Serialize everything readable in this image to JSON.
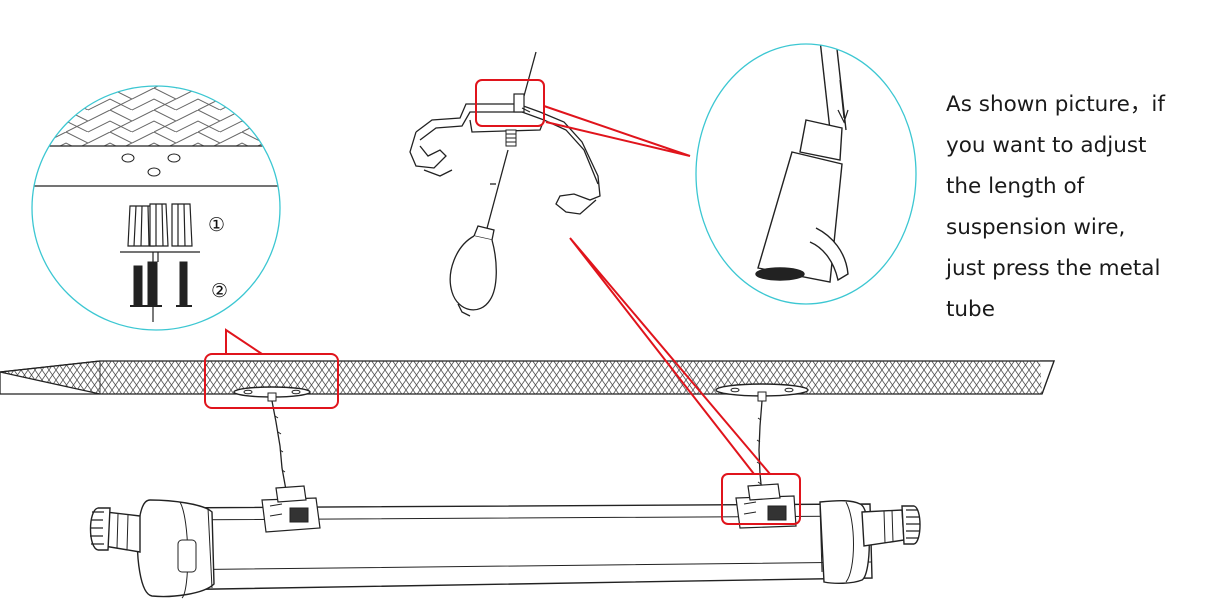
{
  "caption": {
    "lines": [
      "As shown picture，if",
      "you want to adjust",
      "the length of",
      "suspension wire,",
      "just press the metal",
      "tube"
    ]
  },
  "callouts": {
    "step1_symbol": "①",
    "step2_symbol": "②"
  },
  "colors": {
    "highlight": "#e0141c",
    "detail_circle": "#3cc7d2",
    "drawing": "#1a1a1a"
  },
  "icons": {
    "fixture": "led-batten-fixture",
    "clip": "mounting-clip",
    "screwdriver": "screwdriver",
    "anchors": "wall-anchors",
    "screws": "screws"
  }
}
